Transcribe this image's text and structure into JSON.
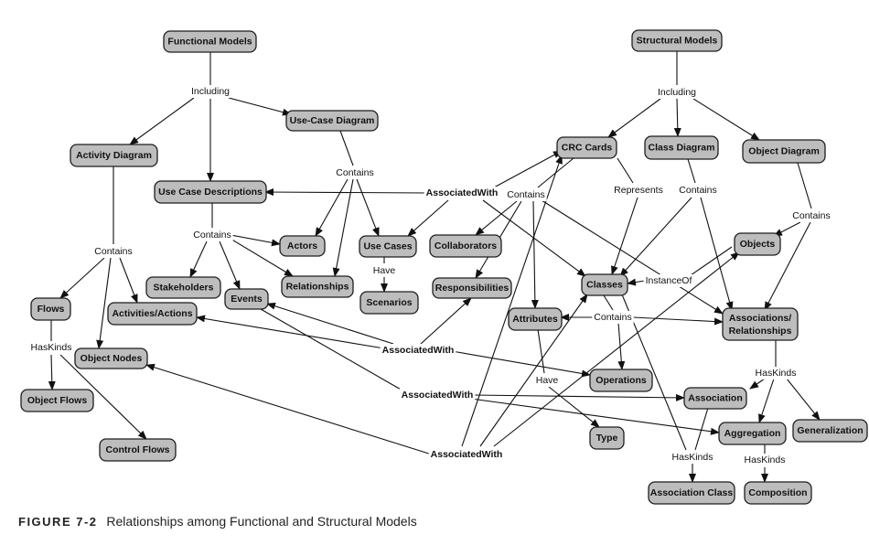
{
  "caption": {
    "figure": "FIGURE 7-2",
    "text": "Relationships among Functional and Structural Models"
  },
  "nodes": {
    "functional_models": "Functional Models",
    "activity_diagram": "Activity Diagram",
    "use_case_diagram": "Use-Case Diagram",
    "use_case_descriptions": "Use Case Descriptions",
    "actors": "Actors",
    "use_cases": "Use Cases",
    "scenarios": "Scenarios",
    "stakeholders": "Stakeholders",
    "events": "Events",
    "relationships": "Relationships",
    "activities_actions": "Activities/Actions",
    "flows": "Flows",
    "object_nodes": "Object Nodes",
    "object_flows": "Object Flows",
    "control_flows": "Control Flows",
    "structural_models": "Structural Models",
    "crc_cards": "CRC Cards",
    "class_diagram": "Class Diagram",
    "object_diagram": "Object Diagram",
    "collaborators": "Collaborators",
    "responsibilities": "Responsibilities",
    "objects": "Objects",
    "classes": "Classes",
    "attributes": "Attributes",
    "associations_relationships_1": "Associations/",
    "associations_relationships_2": "Relationships",
    "operations": "Operations",
    "association": "Association",
    "generalization": "Generalization",
    "aggregation": "Aggregation",
    "type": "Type",
    "association_class": "Association Class",
    "composition": "Composition"
  },
  "labels": {
    "including_functional": "Including",
    "contains_usecase_diagram": "Contains",
    "contains_descriptions": "Contains",
    "have_scenarios": "Have",
    "contains_activity": "Contains",
    "haskinds_flows": "HasKinds",
    "including_structural": "Including",
    "associatedwith_top": "AssociatedWith",
    "contains_crc": "Contains",
    "represents": "Represents",
    "contains_class_diagram": "Contains",
    "contains_object_diagram": "Contains",
    "instanceof": "InstanceOf",
    "contains_classes": "Contains",
    "associatedwith_mid": "AssociatedWith",
    "have_type": "Have",
    "associatedwith_lower": "AssociatedWith",
    "haskinds_associations": "HasKinds",
    "associatedwith_bottom": "AssociatedWith",
    "haskinds_association": "HasKinds",
    "haskinds_aggregation": "HasKinds"
  },
  "colors": {
    "node_fill": "#bdbdbd",
    "node_stroke": "#1e1e1e",
    "text": "#111111"
  }
}
